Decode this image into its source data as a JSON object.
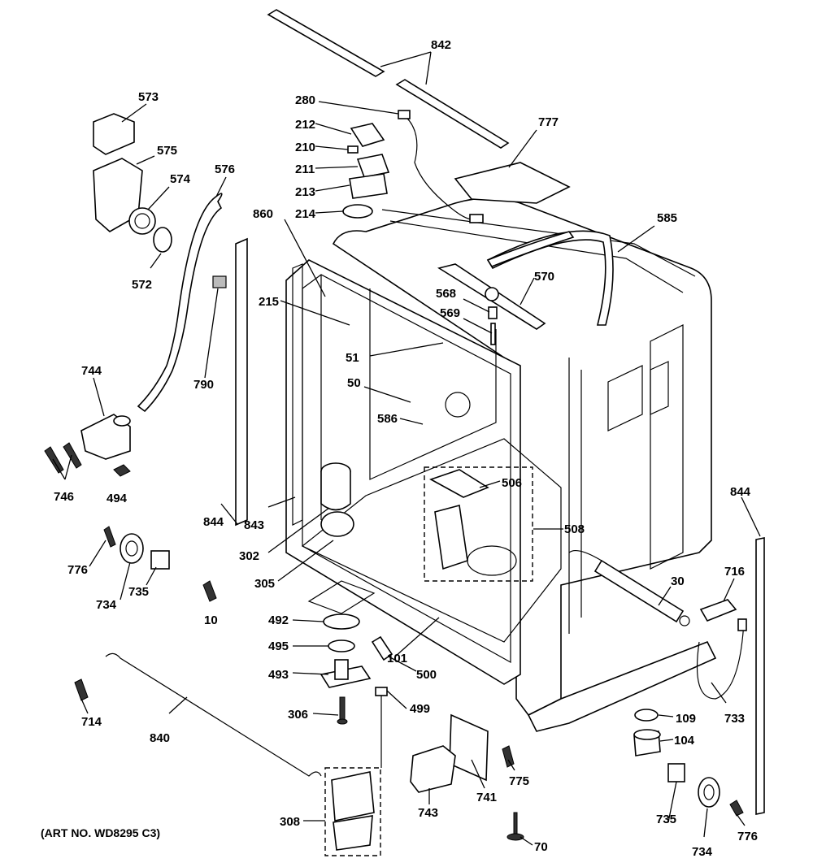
{
  "art_number": "(ART NO. WD8295 C3)",
  "parts": {
    "p842": "842",
    "p777": "777",
    "p280": "280",
    "p212": "212",
    "p210": "210",
    "p211": "211",
    "p213": "213",
    "p214": "214",
    "p573": "573",
    "p575": "575",
    "p574": "574",
    "p572": "572",
    "p576": "576",
    "p860": "860",
    "p585": "585",
    "p570": "570",
    "p568": "568",
    "p569": "569",
    "p215": "215",
    "p51": "51",
    "p50": "50",
    "p586": "586",
    "p744": "744",
    "p790": "790",
    "p746": "746",
    "p494": "494",
    "p506": "506",
    "p508": "508",
    "p844a": "844",
    "p843": "843",
    "p302": "302",
    "p844b": "844",
    "p776a": "776",
    "p734a": "734",
    "p735a": "735",
    "p305": "305",
    "p10": "10",
    "p30": "30",
    "p716": "716",
    "p492": "492",
    "p495": "495",
    "p101": "101",
    "p500": "500",
    "p493": "493",
    "p499": "499",
    "p306": "306",
    "p714": "714",
    "p840": "840",
    "p109": "109",
    "p733": "733",
    "p104": "104",
    "p775": "775",
    "p741": "741",
    "p743": "743",
    "p308": "308",
    "p735b": "735",
    "p734b": "734",
    "p776b": "776",
    "p70": "70"
  }
}
